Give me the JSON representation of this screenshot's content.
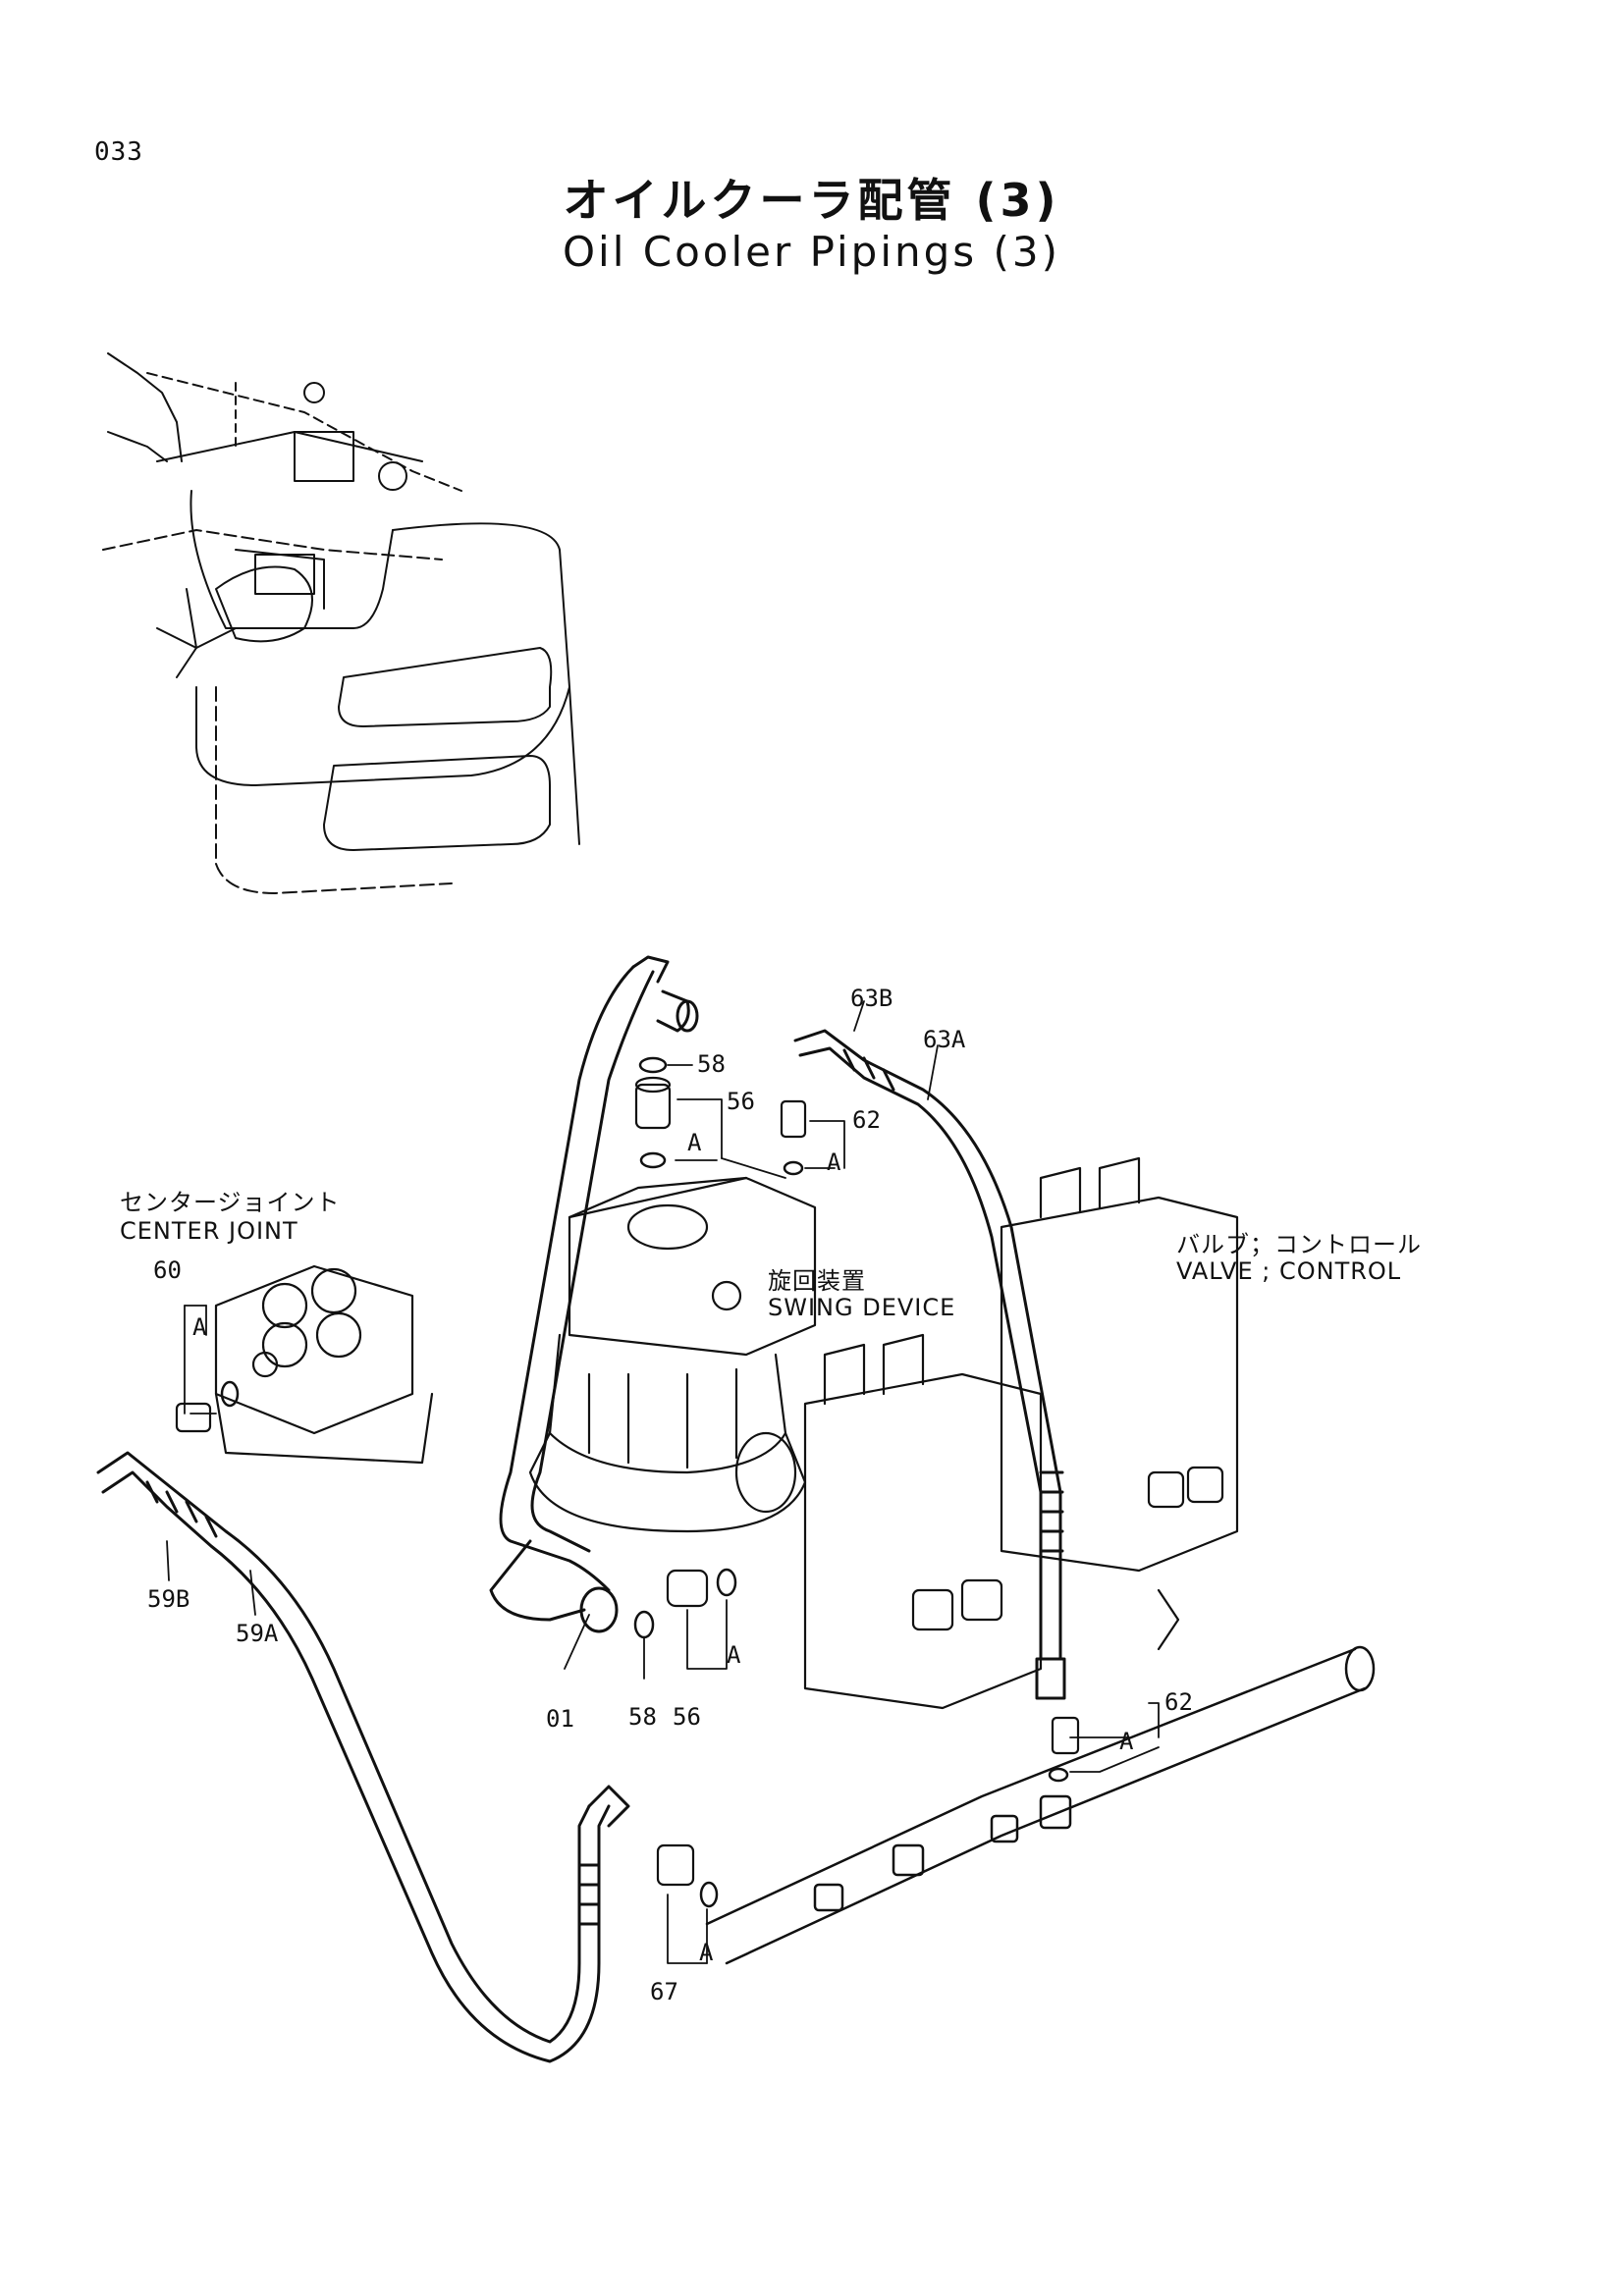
{
  "page_number": "033",
  "title_ja": "オイルクーラ配管 (3)",
  "title_en": "Oil Cooler Pipings (3)",
  "components": {
    "center_joint_ja": "センタージョイント",
    "center_joint_en": "CENTER JOINT",
    "swing_device_ja": "旋回装置",
    "swing_device_en": "SWING DEVICE",
    "valve_ja": "バルブ；コントロール",
    "valve_en": "VALVE ; CONTROL"
  },
  "parts": {
    "p01": "01",
    "p56a": "56",
    "p56b": "56",
    "p58a": "58",
    "p58b": "58",
    "p59a": "59A",
    "p59b": "59B",
    "p60": "60",
    "p62a": "62",
    "p62b": "62",
    "p63a": "63A",
    "p63b": "63B",
    "p67": "67"
  },
  "group_marks": {
    "a1": "A",
    "a2": "A",
    "a3": "A",
    "a4": "A",
    "a5": "A",
    "a6": "A"
  }
}
